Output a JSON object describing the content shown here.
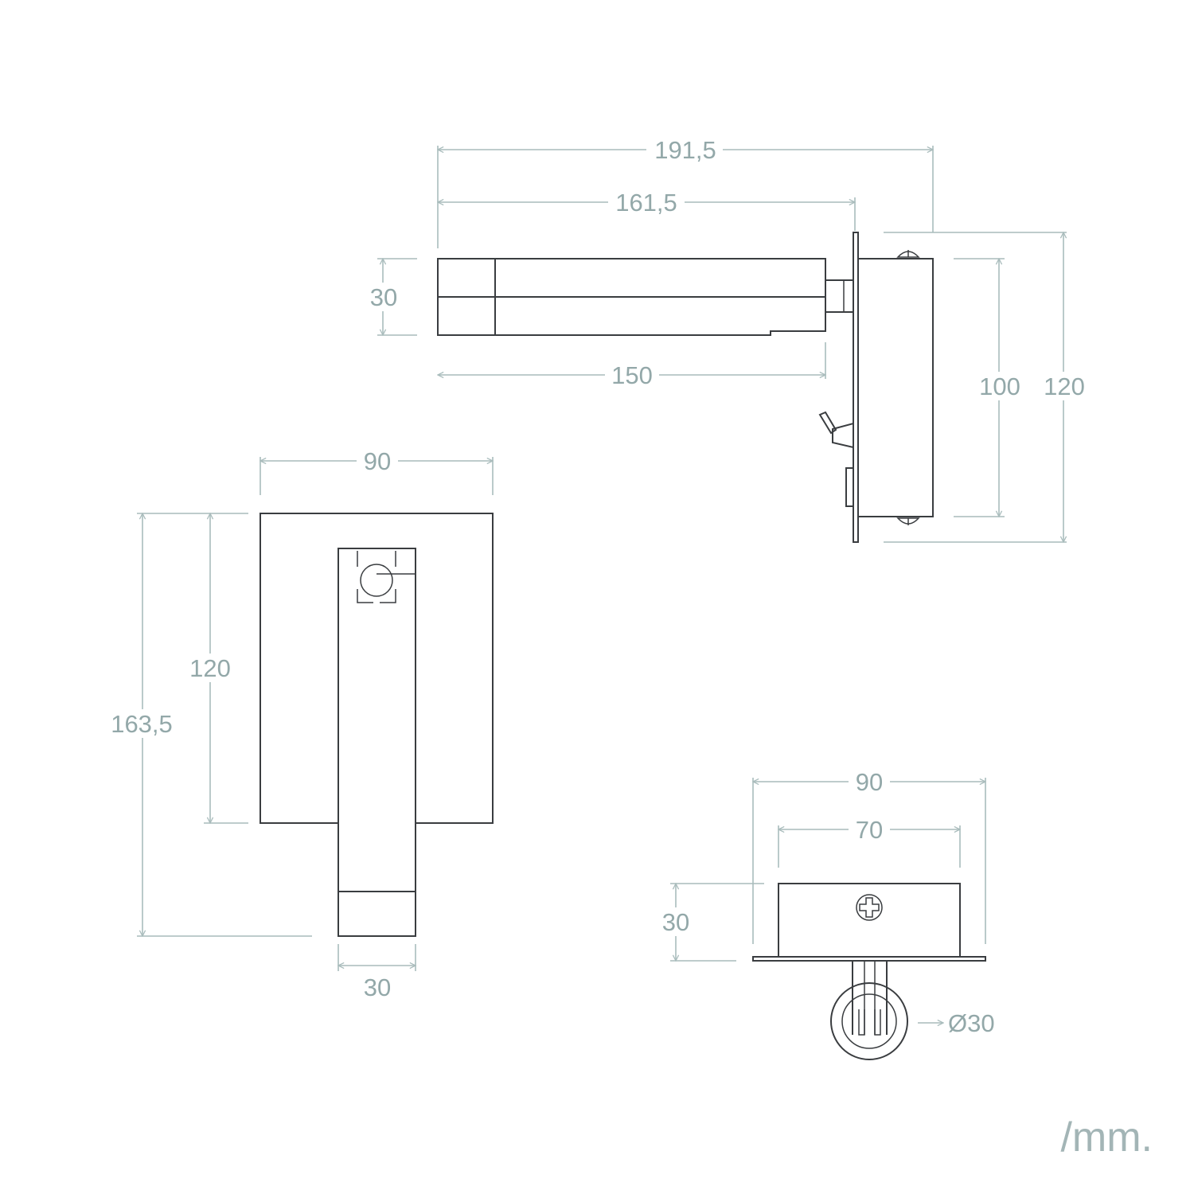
{
  "colors": {
    "object_line": "#3a3d40",
    "dimension_line": "#a9bcbc",
    "dimension_text": "#93a8a9",
    "background": "#ffffff"
  },
  "side_view": {
    "overall_length": "191,5",
    "arm_reach": "161,5",
    "arm_length": "150",
    "arm_height": "30",
    "box_height": "100",
    "plate_height": "120"
  },
  "front_view": {
    "plate_width": "90",
    "plate_height": "120",
    "total_height": "163,5",
    "arm_width": "30"
  },
  "bottom_view": {
    "plate_width": "90",
    "box_width": "70",
    "box_depth": "30",
    "head_diameter": "Ø30"
  },
  "units": "/mm."
}
